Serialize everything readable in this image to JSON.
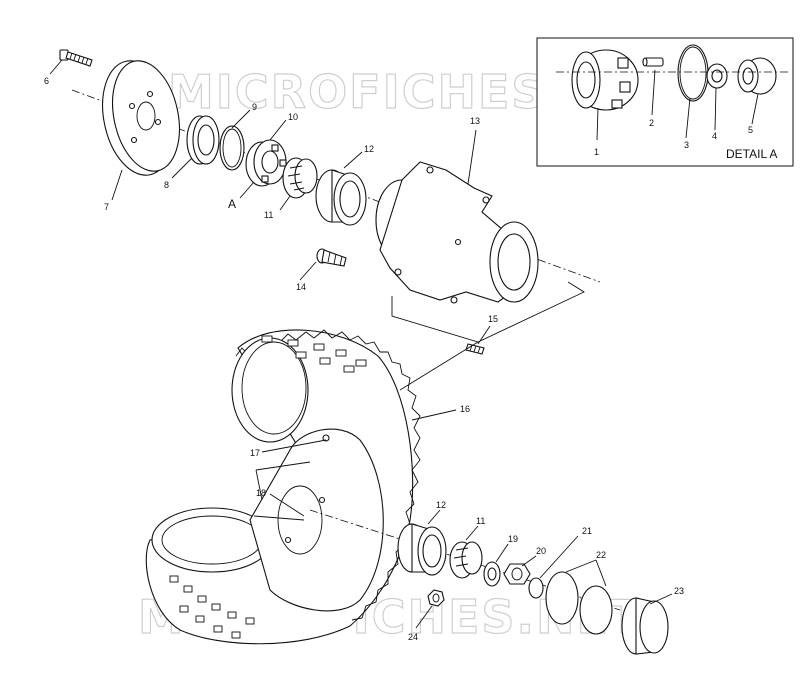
{
  "watermark": {
    "top": "MICROFICHES.NET",
    "bottom": "MICROFICHES.NET"
  },
  "detail": {
    "title": "DETAIL A",
    "callouts": [
      "1",
      "2",
      "3",
      "4",
      "5"
    ]
  },
  "assembly_letter": "A",
  "callouts": [
    "6",
    "7",
    "8",
    "9",
    "10",
    "11",
    "12",
    "13",
    "14",
    "15",
    "16",
    "17",
    "18",
    "12",
    "11",
    "19",
    "20",
    "21",
    "22",
    "23",
    "24"
  ]
}
